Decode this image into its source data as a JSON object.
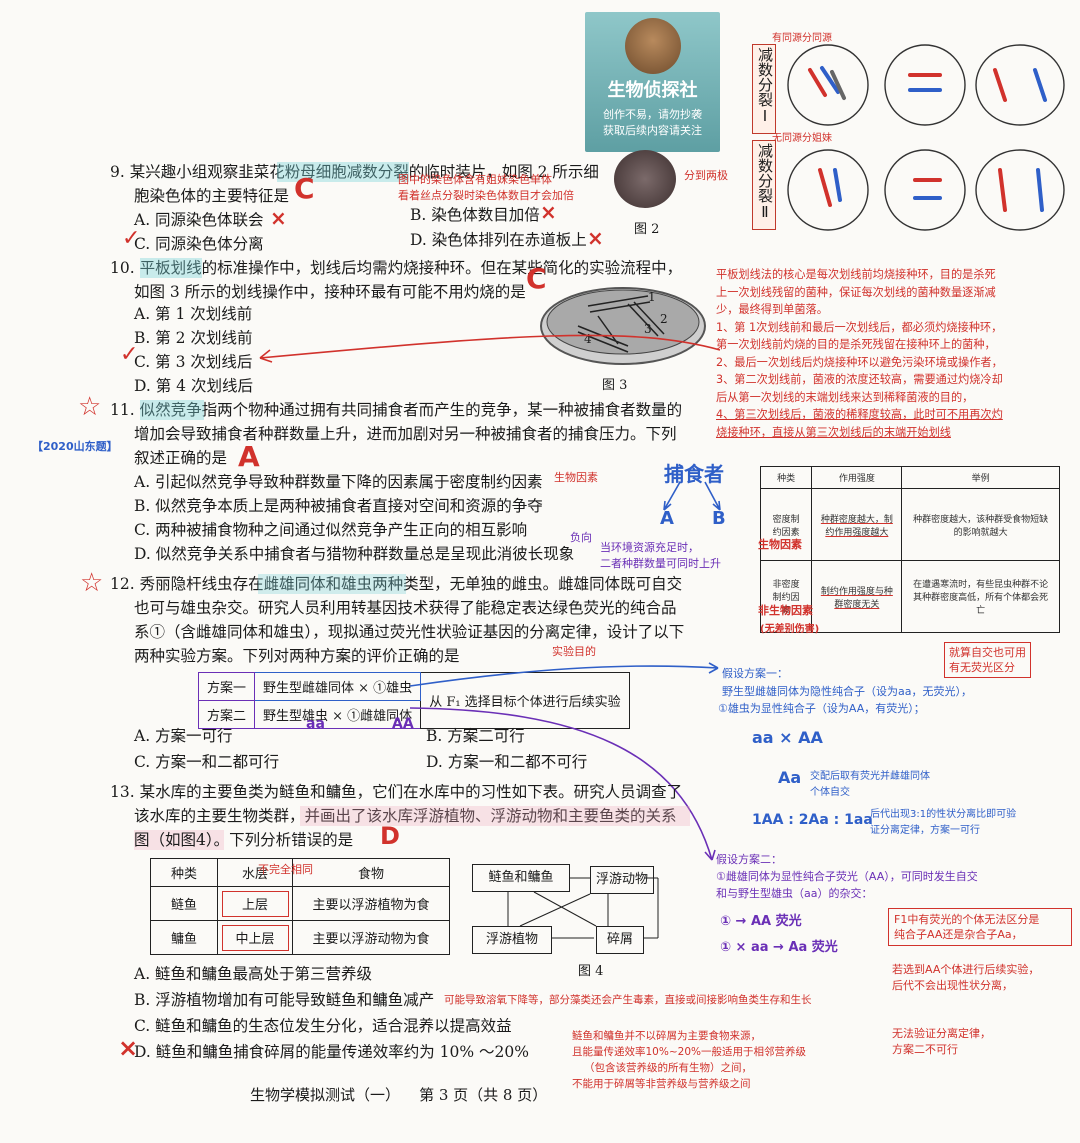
{
  "logo": {
    "title": "生物侦探社",
    "line1": "创作不易，请勿抄袭",
    "line2": "获取后续内容请关注"
  },
  "meiosis": {
    "label1": "减数分裂Ⅰ",
    "label2": "减数分裂Ⅱ",
    "note1": "有同源分同源",
    "note2": "无同源分姐妹"
  },
  "fig2": {
    "caption": "图 2",
    "note": "分到两极"
  },
  "fig3": {
    "caption": "图 3",
    "numbers": [
      "1",
      "2",
      "3",
      "4"
    ]
  },
  "fig4": {
    "caption": "图 4",
    "nodes": [
      "鲢鱼和鳙鱼",
      "浮游动物",
      "浮游植物",
      "碎屑"
    ]
  },
  "q9": {
    "stem1": "9.  某兴趣小组观察韭菜花粉母细胞减数分裂的临时装片，如图 2 所示细",
    "stem2": "胞染色体的主要特征是",
    "answer": "C",
    "optA": "A.  同源染色体联会",
    "optB": "B.  染色体数目加倍",
    "optC": "C.  同源染色体分离",
    "optD": "D.  染色体排列在赤道板上",
    "note1": "图中的染色体含有姐妹染色单体",
    "note2": "看着丝点分裂时染色体数目才会加倍"
  },
  "q10": {
    "stem1": "10.  平板划线的标准操作中，划线后均需灼烧接种环。但在某些简化的实验流程中，",
    "stem2": "如图 3 所示的划线操作中，接种环最有可能不用灼烧的是",
    "answer": "C",
    "optA": "A.  第 1 次划线前",
    "optB": "B.  第 2 次划线前",
    "optC": "C.  第 3 次划线后",
    "optD": "D.  第 4 次划线后",
    "explain": [
      "平板划线法的核心是每次划线前均烧接种环，目的是杀死",
      "上一次划线残留的菌种，保证每次划线的菌种数量逐渐减",
      "少，最终得到单菌落。",
      "1、第 1次划线前和最后一次划线后，都必须灼烧接种环，",
      "第一次划线前灼烧的目的是杀死残留在接种环上的菌种，",
      "2、最后一次划线后灼烧接种环以避免污染环境或操作者，",
      "3、第二次划线前，菌液的浓度还较高，需要通过灼烧冷却",
      "后从第一次划线的末端划线来达到稀释菌液的目的，",
      "4、第三次划线后，菌液的稀释度较高，此时可不用再次灼",
      "烧接种环，直接从第三次划线后的末端开始划线"
    ]
  },
  "q11": {
    "tag": "【2020山东题】",
    "stem1": "11.  似然竞争指两个物种通过拥有共同捕食者而产生的竞争，某一种被捕食者数量的",
    "stem2": "增加会导致捕食者种群数量上升，进而加剧对另一种被捕食者的捕食压力。下列",
    "stem3": "叙述正确的是",
    "answer": "A",
    "optA": "A.  引起似然竞争导致种群数量下降的因素属于密度制约因素",
    "optB": "B.  似然竞争本质上是两种被捕食者直接对空间和资源的争夺",
    "optC": "C.  两种被捕食物种之间通过似然竞争产生正向的相互影响",
    "optD": "D.  似然竞争关系中捕食者与猎物种群数量总是呈现此消彼长现象",
    "note_bio": "生物因素",
    "note_neg": "负向",
    "note_predator": "捕食者",
    "note_env1": "当环境资源充足时，",
    "note_env2": "二者种群数量可同时上升",
    "table": {
      "headers": [
        "种类",
        "作用强度",
        "举例"
      ],
      "row1": [
        "密度制约因素",
        "种群密度越大，制约作用强度越大",
        "种群密度越大，该种群受食物短缺的影响就越大"
      ],
      "row2": [
        "非密度制约因素",
        "制约作用强度与种群密度无关",
        "在遭遇寒流时，有些昆虫种群不论其种群密度高低，所有个体都会死亡"
      ],
      "hand1": "生物因素",
      "hand2": "非生物因素",
      "hand3": "(无差别伤害)"
    }
  },
  "q12": {
    "stem1": "12.  秀丽隐杆线虫存在雌雄同体和雄虫两种类型，无单独的雌虫。雌雄同体既可自交",
    "stem2": "也可与雄虫杂交。研究人员利用转基因技术获得了能稳定表达绿色荧光的纯合品",
    "stem3": "系①（含雌雄同体和雄虫），现拟通过荧光性状验证基因的分离定律，设计了以下",
    "stem4": "两种实验方案。下列对两种方案的评价正确的是",
    "scheme1": "方案一",
    "scheme1_cross": "野生型雌雄同体 × ①雄虫",
    "scheme2": "方案二",
    "scheme2_cross": "野生型雄虫 × ①雌雄同体",
    "scheme_action": "从 F₁ 选择目标个体进行后续实验",
    "optA": "A.  方案一可行",
    "optB": "B.  方案二可行",
    "optC": "C.  方案一和二都可行",
    "optD": "D.  方案一和二都不可行",
    "purpose": "实验目的",
    "aa": "aa",
    "AA": "AA",
    "note_selfing1": "就算自交也可用",
    "note_selfing2": "有无荧光区分",
    "h1_title": "假设方案一：",
    "h1_l1": "野生型雌雄同体为隐性纯合子（设为aa，无荧光），",
    "h1_l2": "①雄虫为显性纯合子（设为AA，有荧光）；",
    "h1_cross": "aa × AA",
    "h1_Aa": "Aa",
    "h1_mid1": "交配后取有荧光并雌雄同体",
    "h1_mid2": "个体自交",
    "h1_ratio": "1AA : 2Aa : 1aa",
    "h1_res1": "后代出现3:1的性状分离比即可验",
    "h1_res2": "证分离定律，方案一可行",
    "h2_title": "假设方案二：",
    "h2_l1": "①雌雄同体为显性纯合子荧光（AA），可同时发生自交",
    "h2_l2": "和与野生型雄虫（aa）的杂交：",
    "h2_self": "① → AA 荧光",
    "h2_cross": "① × aa → Aa 荧光",
    "h2_box1": "F1中有荧光的个体无法区分是",
    "h2_box2": "纯合子AA还是杂合子Aa，",
    "h2_n1": "若选到AA个体进行后续实验，",
    "h2_n2": "后代不会出现性状分离，",
    "h2_n3": "无法验证分离定律，",
    "h2_n4": "方案二不可行"
  },
  "q13": {
    "stem1": "13.  某水库的主要鱼类为鲢鱼和鳙鱼，它们在水库中的习性如下表。研究人员调查了",
    "stem2": "该水库的主要生物类群，并画出了该水库浮游植物、浮游动物和主要鱼类的关系",
    "stem3": "图（如图4）。下列分析错误的是",
    "answer": "D",
    "table_headers": [
      "种类",
      "水层",
      "食物"
    ],
    "row1": [
      "鲢鱼",
      "上层",
      "主要以浮游植物为食"
    ],
    "row2": [
      "鳙鱼",
      "中上层",
      "主要以浮游动物为食"
    ],
    "note_diff": "不完全相同",
    "optA": "A.  鲢鱼和鳙鱼最高处于第三营养级",
    "optB": "B.  浮游植物增加有可能导致鲢鱼和鳙鱼减产",
    "optC": "C.  鲢鱼和鳙鱼的生态位发生分化，适合混养以提高效益",
    "optD": "D.  鲢鱼和鳙鱼捕食碎屑的能量传递效率约为 10% ～20%",
    "note_b": "可能导致溶氧下降等，部分藻类还会产生毒素，直接或间接影响鱼类生存和生长",
    "note_d": [
      "鲢鱼和鳙鱼并不以碎屑为主要食物来源，",
      "且能量传递效率10%~20%一般适用于相邻营养级",
      "（包含该营养级的所有生物）之间，",
      "不能用于碎屑等非营养级与营养级之间"
    ]
  },
  "footer": "生物学模拟测试（一）    第 3 页（共 8 页）"
}
